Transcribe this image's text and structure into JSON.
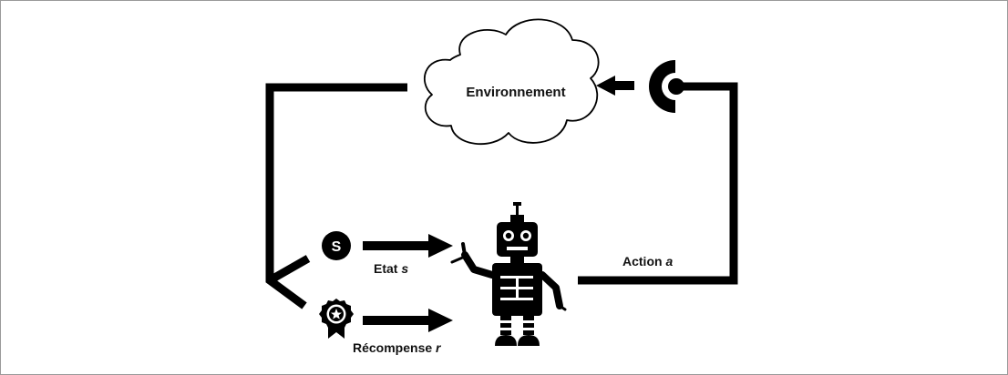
{
  "nodes": {
    "environment": {
      "label": "Environnement",
      "icon": "cloud-icon"
    },
    "agent": {
      "icon": "robot-icon"
    },
    "state": {
      "badge": "S",
      "label_main": "Etat ",
      "label_var": "s",
      "icon": "state-circle-icon"
    },
    "reward": {
      "label_main": "Récompense ",
      "label_var": "r",
      "icon": "award-badge-icon"
    },
    "action": {
      "label_main": "Action ",
      "label_var": "a",
      "icon": "target-icon"
    }
  },
  "colors": {
    "stroke": "#000000",
    "text": "#111111",
    "frame": "#9a9a9a"
  }
}
